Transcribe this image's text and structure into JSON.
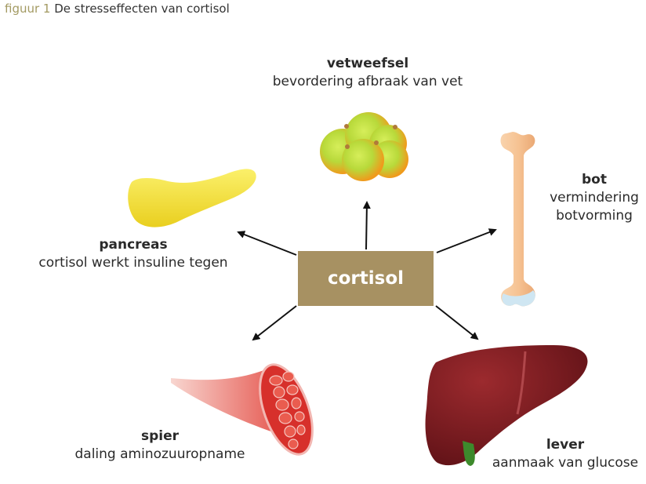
{
  "caption": {
    "number": "figuur 1",
    "title": "De stresseffecten van cortisol"
  },
  "center": {
    "label": "cortisol"
  },
  "organs": {
    "vetweefsel": {
      "name": "vetweefsel",
      "desc": "bevordering afbraak van vet"
    },
    "bot": {
      "name": "bot",
      "desc_line1": "vermindering",
      "desc_line2": "botvorming"
    },
    "pancreas": {
      "name": "pancreas",
      "desc": "cortisol werkt insuline tegen"
    },
    "spier": {
      "name": "spier",
      "desc": "daling aminozuuropname"
    },
    "lever": {
      "name": "lever",
      "desc": "aanmaak van glucose"
    }
  },
  "colors": {
    "center_box": "#a79162",
    "caption_number": "#a39a62",
    "fat": "#f2c12a",
    "bone": "#f5c79b",
    "pancreas": "#f5e239",
    "muscle": "#e3423a",
    "liver": "#7d1a1f"
  },
  "icons": [
    "fat-cells-icon",
    "bone-icon",
    "pancreas-icon",
    "muscle-icon",
    "liver-icon"
  ]
}
